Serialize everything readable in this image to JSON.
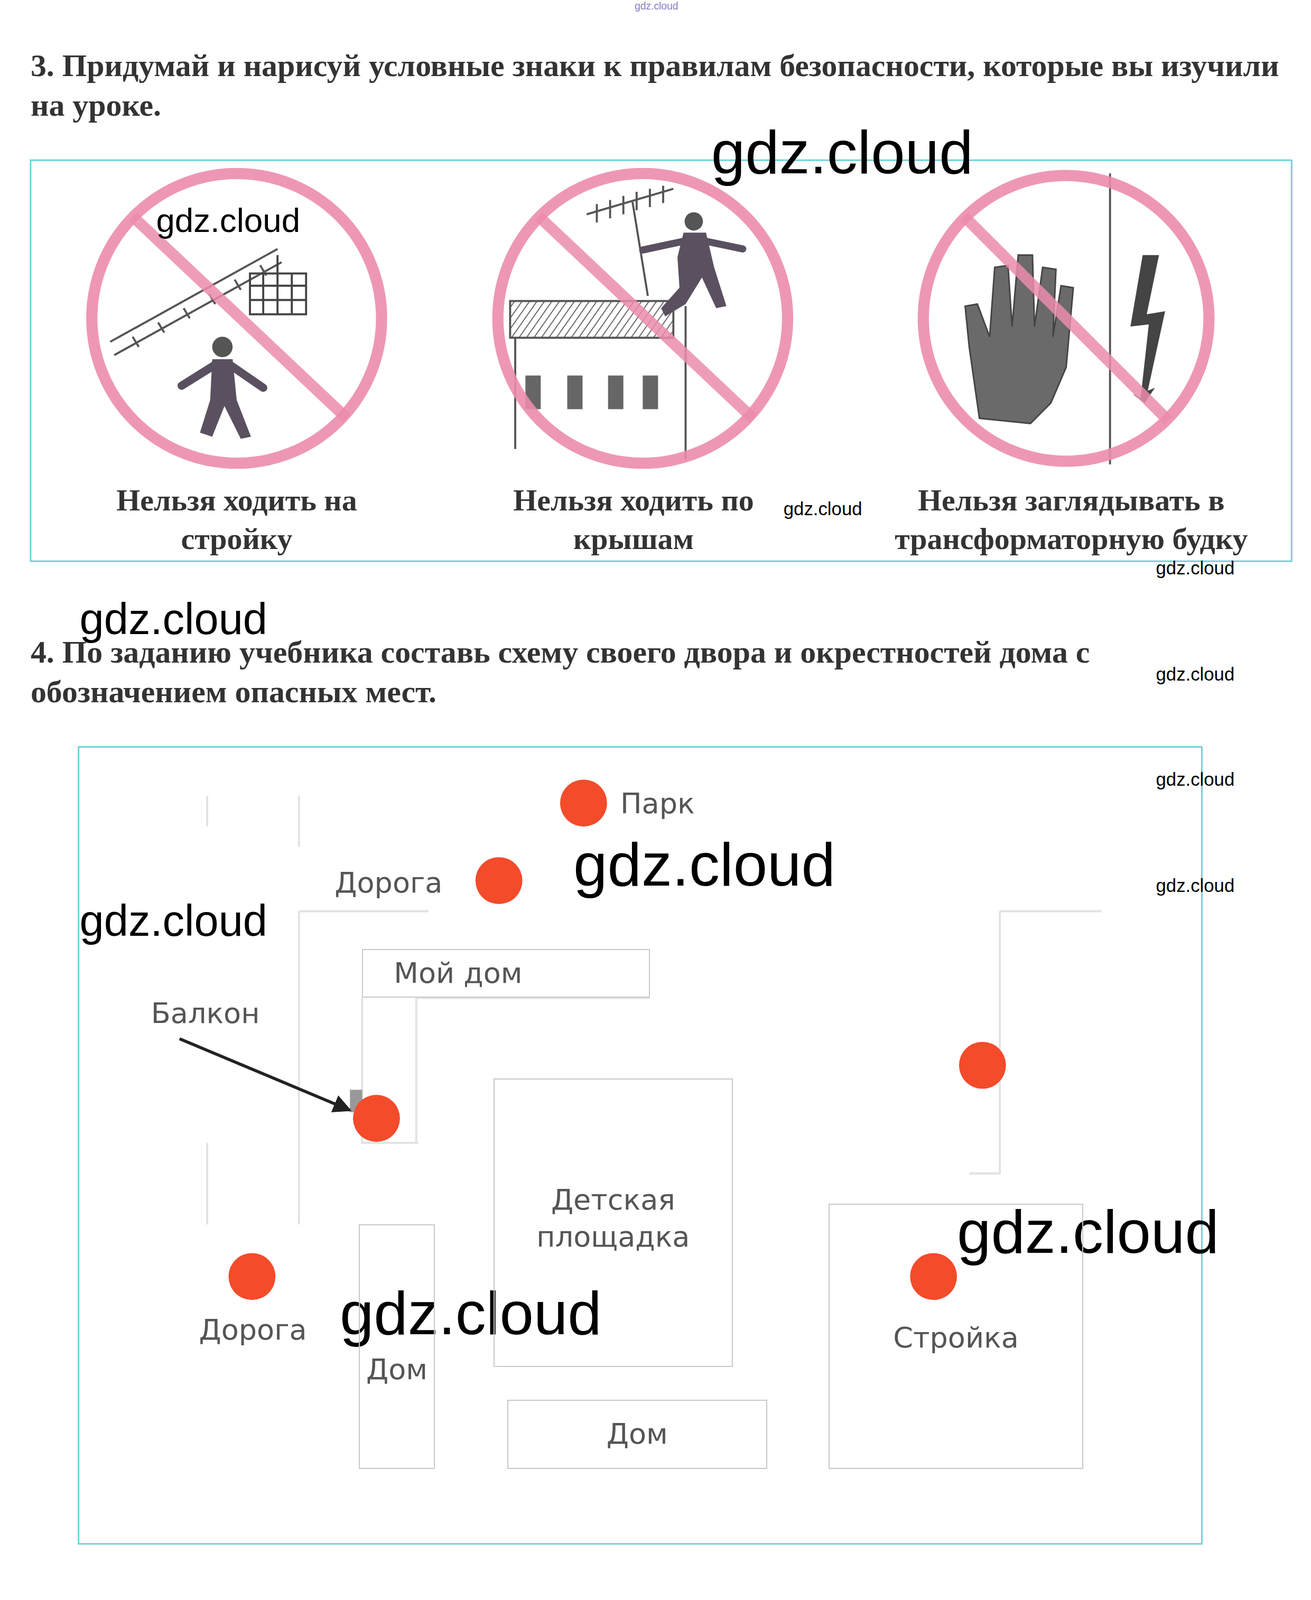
{
  "diagram": {
    "nodes": [
      {
        "text": [
          "Мой дом"
        ]
      },
      {
        "text": [
          "Детская площадка"
        ]
      },
      {
        "text": [
          "Дом"
        ]
      },
      {
        "text": [
          "Дом"
        ]
      },
      {
        "text": [
          "Стройка"
        ]
      }
    ],
    "edges": [],
    "labels": [
      "gdz.cloud",
      "3. Придумай и нарисуй условные знаки к правилам безопасности, которые вы изучили на уроке.",
      "gdz.cloud",
      "gdz.cloud",
      "Нельзя ходить на стройку",
      "Нельзя ходить по крышам",
      "gdz.cloud",
      "Нельзя заглядывать в трансформаторную будку",
      "gdz.cloud",
      "gdz.cloud",
      "4. По заданию учебника составь схему своего двора и окрестностей дома с обозначением опасных мест.",
      "gdz.cloud",
      "gdz.cloud",
      "Парк",
      "gdz.cloud",
      "Дорога",
      "gdz.cloud",
      "gdz.cloud",
      "Балкон",
      "Дорога",
      "gdz.cloud",
      "gdz.cloud"
    ]
  }
}
